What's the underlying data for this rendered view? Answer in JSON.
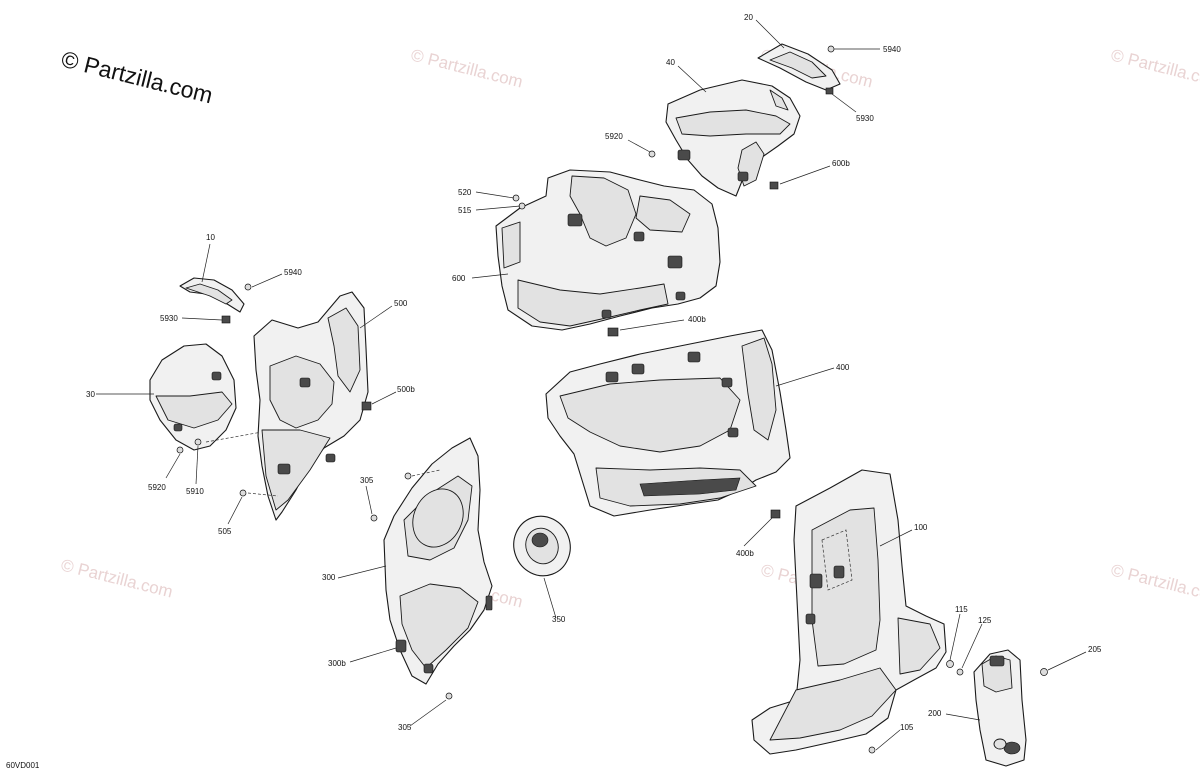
{
  "brand": "© Partzilla.com",
  "watermark": "© Partzilla.com",
  "diagram_code": "60VD001",
  "labels": {
    "l20": "20",
    "l5940a": "5940",
    "l40": "40",
    "l5930a": "5930",
    "l5920a": "5920",
    "l600b": "600b",
    "l520": "520",
    "l515": "515",
    "l600": "600",
    "l400b_top": "400b",
    "l10": "10",
    "l5940b": "5940",
    "l500": "500",
    "l5930b": "5930",
    "l30": "30",
    "l500b": "500b",
    "l5920b": "5920",
    "l5910": "5910",
    "l505": "505",
    "l400": "400",
    "l305_top": "305",
    "l300": "300",
    "l350": "350",
    "l400b_low": "400b",
    "l100": "100",
    "l115": "115",
    "l125": "125",
    "l205": "205",
    "l300b": "300b",
    "l200": "200",
    "l305_bot": "305",
    "l105": "105"
  }
}
